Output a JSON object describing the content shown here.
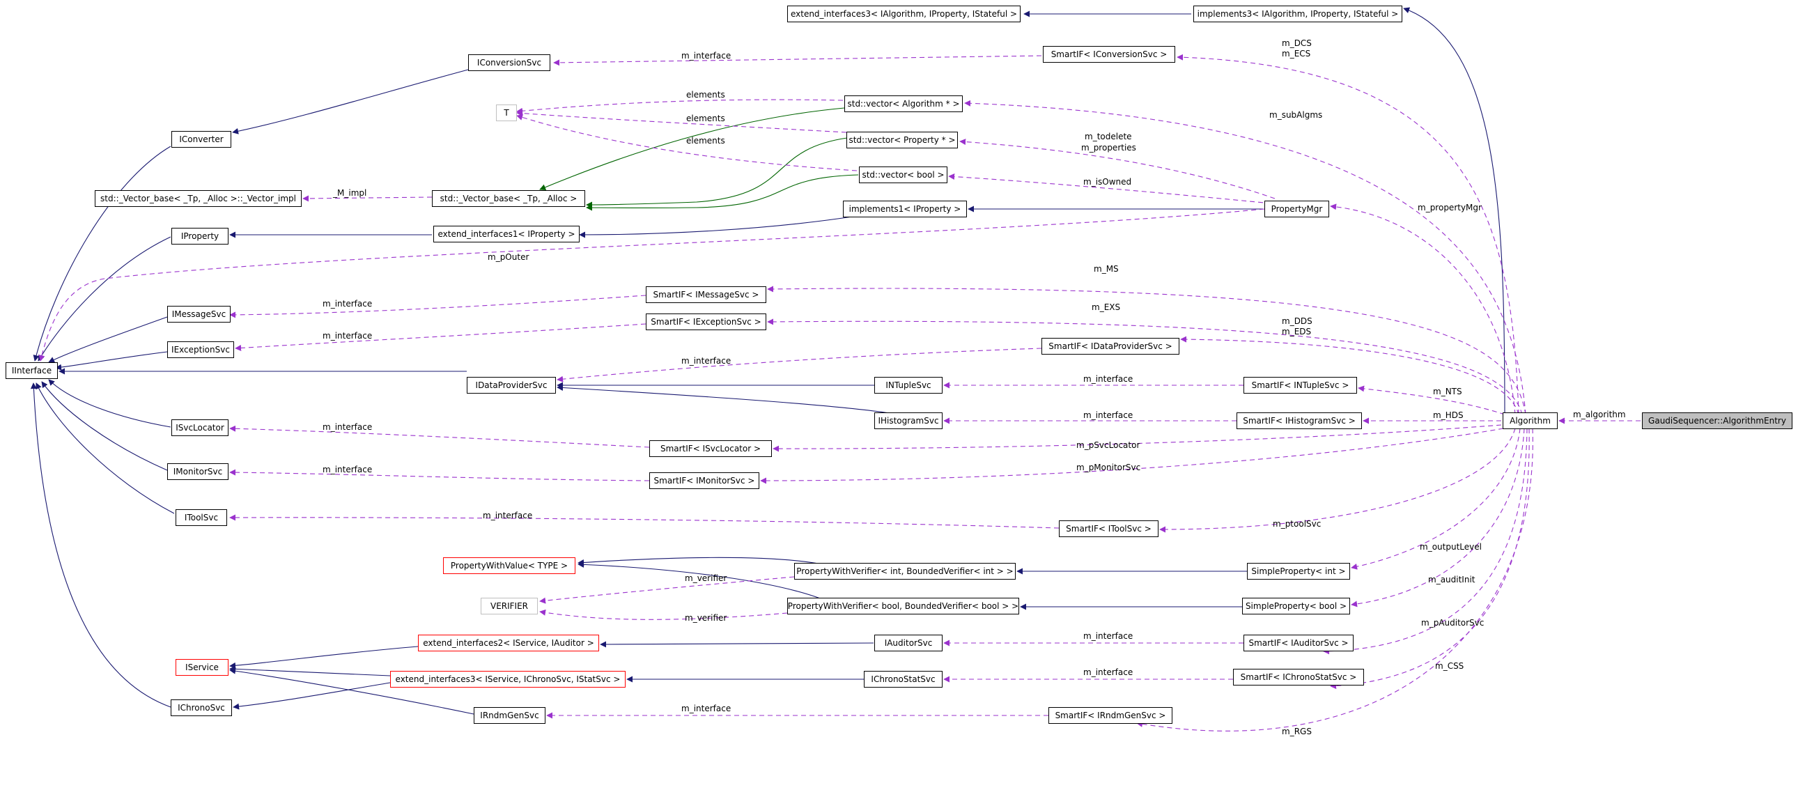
{
  "diagram": {
    "nodes": {
      "extend_interfaces3_alg": "extend_interfaces3< IAlgorithm, IProperty, IStateful >",
      "implements3_alg": "implements3< IAlgorithm, IProperty, IStateful >",
      "IConversionSvc": "IConversionSvc",
      "SmartIF_IConversionSvc": "SmartIF< IConversionSvc >",
      "T": "T",
      "vector_algorithm": "std::vector< Algorithm * >",
      "vector_property": "std::vector< Property * >",
      "vector_bool": "std::vector< bool >",
      "IConverter": "IConverter",
      "vector_base_impl": "std::_Vector_base< _Tp, _Alloc >::_Vector_impl",
      "vector_base": "std::_Vector_base< _Tp, _Alloc >",
      "implements1_property": "implements1< IProperty >",
      "PropertyMgr": "PropertyMgr",
      "IProperty": "IProperty",
      "extend_interfaces1_property": "extend_interfaces1< IProperty >",
      "SmartIF_IMessageSvc": "SmartIF< IMessageSvc >",
      "IMessageSvc": "IMessageSvc",
      "SmartIF_IExceptionSvc": "SmartIF< IExceptionSvc >",
      "IExceptionSvc": "IExceptionSvc",
      "SmartIF_IDataProviderSvc": "SmartIF< IDataProviderSvc >",
      "IInterface": "IInterface",
      "IDataProviderSvc": "IDataProviderSvc",
      "INTupleSvc": "INTupleSvc",
      "SmartIF_INTupleSvc": "SmartIF< INTupleSvc >",
      "IHistogramSvc": "IHistogramSvc",
      "SmartIF_IHistogramSvc": "SmartIF< IHistogramSvc >",
      "Algorithm": "Algorithm",
      "AlgorithmEntry": "GaudiSequencer::AlgorithmEntry",
      "ISvcLocator": "ISvcLocator",
      "SmartIF_ISvcLocator": "SmartIF< ISvcLocator >",
      "IMonitorSvc": "IMonitorSvc",
      "SmartIF_IMonitorSvc": "SmartIF< IMonitorSvc >",
      "IToolSvc": "IToolSvc",
      "SmartIF_IToolSvc": "SmartIF< IToolSvc >",
      "PropertyWithValue": "PropertyWithValue< TYPE >",
      "PropertyWithVerifier_int": "PropertyWithVerifier< int, BoundedVerifier< int > >",
      "SimpleProperty_int": "SimpleProperty< int >",
      "VERIFIER": "VERIFIER",
      "PropertyWithVerifier_bool": "PropertyWithVerifier< bool, BoundedVerifier< bool > >",
      "SimpleProperty_bool": "SimpleProperty< bool >",
      "extend_interfaces2": "extend_interfaces2< IService, IAuditor >",
      "IAuditorSvc": "IAuditorSvc",
      "SmartIF_IAuditorSvc": "SmartIF< IAuditorSvc >",
      "IService": "IService",
      "extend_interfaces3_svc": "extend_interfaces3< IService, IChronoSvc, IStatSvc >",
      "IChronoStatSvc": "IChronoStatSvc",
      "SmartIF_IChronoStatSvc": "SmartIF< IChronoStatSvc >",
      "IChronoSvc": "IChronoSvc",
      "IRndmGenSvc": "IRndmGenSvc",
      "SmartIF_IRndmGenSvc": "SmartIF< IRndmGenSvc >"
    },
    "labels": {
      "m_DCS": "m_DCS",
      "m_ECS": "m_ECS",
      "conv_interface": "m_interface",
      "elements1": "elements",
      "elements2": "elements",
      "elements3": "elements",
      "m_subAlgms": "m_subAlgms",
      "m_todelete": "m_todelete",
      "m_properties": "m_properties",
      "m_isOwned": "m_isOwned",
      "m_M_impl": "_M_impl",
      "m_propertyMgr": "m_propertyMgr",
      "m_pOuter": "m_pOuter",
      "m_MS": "m_MS",
      "msg_interface": "m_interface",
      "m_EXS": "m_EXS",
      "exc_interface": "m_interface",
      "m_DDS": "m_DDS",
      "m_EDS": "m_EDS",
      "dp_interface": "m_interface",
      "nt_interface": "m_interface",
      "m_NTS": "m_NTS",
      "hist_interface": "m_interface",
      "m_HDS": "m_HDS",
      "m_algorithm": "m_algorithm",
      "svcloc_interface": "m_interface",
      "m_pSvcLocator": "m_pSvcLocator",
      "mon_interface": "m_interface",
      "m_pMonitorSvc": "m_pMonitorSvc",
      "tool_interface": "m_interface",
      "m_ptoolSvc": "m_ptoolSvc",
      "m_verifier1": "m_verifier",
      "m_verifier2": "m_verifier",
      "m_outputLevel": "m_outputLevel",
      "m_auditInit": "m_auditInit",
      "aud_interface": "m_interface",
      "m_pAuditorSvc": "m_pAuditorSvc",
      "chrono_interface": "m_interface",
      "m_CSS": "m_CSS",
      "rndm_interface": "m_interface",
      "m_RGS": "m_RGS"
    }
  },
  "colors": {
    "inheritance": "#191970",
    "template": "#006400",
    "usage": "#9a32cd",
    "node_border": "#000000",
    "node_border_red": "#ff0000",
    "node_border_gray": "#bfbfbf",
    "focus_fill": "#bfbfbf"
  }
}
